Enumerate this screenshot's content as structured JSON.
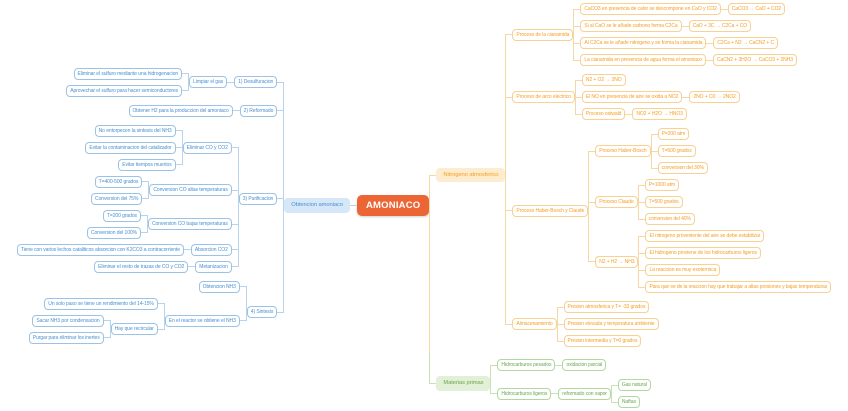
{
  "canvas": {
    "background": "#ffffff"
  },
  "central": {
    "label": "AMONIACO",
    "bg": "#ec6535",
    "text_color": "#ffffff"
  },
  "themes": {
    "blue": {
      "text": "#4a90d2",
      "border": "#9cc3e5",
      "fill": "#d6e7f8",
      "line": "#b7d3ee"
    },
    "orange": {
      "text": "#f59f27",
      "border": "#f8d193",
      "fill": "#fdeccd",
      "line": "#f6d8a4"
    },
    "green": {
      "text": "#6aa84f",
      "border": "#b2d8a0",
      "fill": "#e2f0d7",
      "line": "#c7e2b6"
    }
  },
  "left": [
    {
      "theme": "blue",
      "label": "Obtencion amoniaco",
      "children": [
        {
          "label": "1) Desulfuracion",
          "children": [
            {
              "label": "Limpiar el gas",
              "children": [
                {
                  "label": "Eliminar el sulfuro mediante una hidrogenacion"
                },
                {
                  "label": "Aprovechar el sulfuro para hacer semiconductores"
                }
              ]
            }
          ]
        },
        {
          "label": "2) Reformado",
          "children": [
            {
              "label": "Obtener H2 para la produccion del amoniaco"
            }
          ]
        },
        {
          "label": "3) Purificacion",
          "children": [
            {
              "label": "Eliminar CO y CO2",
              "children": [
                {
                  "label": "No entorpecen la sintesis del NH3"
                },
                {
                  "label": "Evitar la contaminacion del catalizador"
                },
                {
                  "label": "Evitar tiempos muertos"
                }
              ]
            },
            {
              "label": "Conversion CO altas temperaturas",
              "children": [
                {
                  "label": "T=400-500 grados"
                },
                {
                  "label": "Conversion del 75%"
                }
              ]
            },
            {
              "label": "Conversion CO bajas temperaturas",
              "children": [
                {
                  "label": "T=200 grados"
                },
                {
                  "label": "Conversion del 100%"
                }
              ]
            },
            {
              "label": "Absorcion CO2",
              "children": [
                {
                  "label": "Tiene con varios lechos cataliticos absorcion con K2CO3 a contracorriente"
                }
              ]
            },
            {
              "label": "Metanizacion",
              "children": [
                {
                  "label": "Eliminar el resto de trazas de CO y CO2"
                }
              ]
            }
          ]
        },
        {
          "label": "4) Sintesis",
          "children": [
            {
              "label": "Obtencion NH3"
            },
            {
              "label": "En el reactor se obtiene el NH3",
              "children": [
                {
                  "label": "Un solo paso se tiene un rendimiento del 14-15%"
                },
                {
                  "label": "Hay que recircular",
                  "children": [
                    {
                      "label": "Sacar NH3 por condensacion"
                    },
                    {
                      "label": "Purgar para eliminar los inertes"
                    }
                  ]
                }
              ]
            }
          ]
        }
      ]
    }
  ],
  "right": [
    {
      "theme": "orange",
      "label": "Nitrogeno atmosferico",
      "children": [
        {
          "label": "Proceso de la cianamida",
          "children": [
            {
              "label": "CaCO3 en presencia de calor se descompone en CaO y CO2",
              "children": [
                {
                  "label": "CaCO3 → CaO + CO2"
                }
              ]
            },
            {
              "label": "Si al CaO se le añade carbono forma C2Ca",
              "children": [
                {
                  "label": "CaO + 3C → C2Ca + CO"
                }
              ]
            },
            {
              "label": "Al C2Ca se le añade nitrogeno y se forma la cianamida",
              "children": [
                {
                  "label": "C2Ca + N2 → CaCN2 + C"
                }
              ]
            },
            {
              "label": "La cianamida en presencia de agua forma el amoniaco",
              "children": [
                {
                  "label": "CaCN2 + 3H2O → CaCO3 + 2NH3"
                }
              ]
            }
          ]
        },
        {
          "label": "Proceso de arco electrico",
          "children": [
            {
              "label": "N2 + O2 → 2NO"
            },
            {
              "label": "El NO en presencia de aire se oxida a NO2",
              "children": [
                {
                  "label": "2NO + O2 → 2NO2"
                }
              ]
            },
            {
              "label": "Proceso ostwald",
              "children": [
                {
                  "label": "NO2 + H2O → HNO3"
                }
              ]
            }
          ]
        },
        {
          "label": "Proceso Haber-Bosch y Claude",
          "children": [
            {
              "label": "Proceso Haber-Bosch",
              "children": [
                {
                  "label": "P=200 atm"
                },
                {
                  "label": "T=500 grados"
                },
                {
                  "label": "conversion del 30%"
                }
              ]
            },
            {
              "label": "Proceso Claude",
              "children": [
                {
                  "label": "P=1000 atm"
                },
                {
                  "label": "T=500 grados"
                },
                {
                  "label": "conversion del 40%"
                }
              ]
            },
            {
              "label": "N2 + H2 → NH3",
              "children": [
                {
                  "label": "El nitrogeno proveniente del aire se debe estabilizar"
                },
                {
                  "label": "El hidrogeno proviene de los hidrocarburos ligeros"
                },
                {
                  "label": "La reaccion es muy exotermica"
                },
                {
                  "label": "Para que se de la reaccion hay que trabajar a altas presiones y bajas temperaturas"
                }
              ]
            }
          ]
        },
        {
          "label": "Almacenamiento",
          "children": [
            {
              "label": "Presion atmosferica y T= -33 grados"
            },
            {
              "label": "Presion elevada y temperatura ambiente"
            },
            {
              "label": "Presion intermedia y T=0 grados"
            }
          ]
        }
      ]
    },
    {
      "theme": "green",
      "label": "Materias primas",
      "children": [
        {
          "label": "Hidrocarburos pesados",
          "children": [
            {
              "label": "oxidacion parcial"
            }
          ]
        },
        {
          "label": "Hidrocarburos ligeros",
          "children": [
            {
              "label": "reformado con vapor",
              "children": [
                {
                  "label": "Gas natural"
                },
                {
                  "label": "Naftas"
                }
              ]
            }
          ]
        }
      ]
    }
  ]
}
